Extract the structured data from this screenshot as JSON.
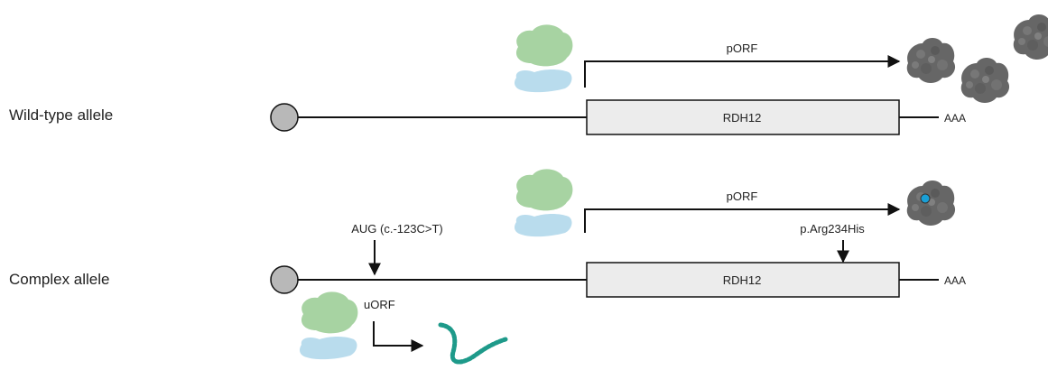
{
  "wild_type": {
    "row_label": "Wild-type allele",
    "orf_label": "pORF",
    "gene_label": "RDH12",
    "polya_label": "AAA"
  },
  "complex": {
    "row_label": "Complex allele",
    "orf_label": "pORF",
    "gene_label": "RDH12",
    "polya_label": "AAA",
    "upstream_codon_label": "AUG (c.-123C>T)",
    "uorf_label": "uORF",
    "variant_label": "p.Arg234His"
  },
  "colors": {
    "ribosome_large": "#a7d3a2",
    "ribosome_small": "#b9dced",
    "protein": "#666666",
    "mutation_dot": "#1a9fd6",
    "peptide": "#1e9a8a",
    "cap": "#b8b8b8",
    "gene_box": "#ececec"
  }
}
